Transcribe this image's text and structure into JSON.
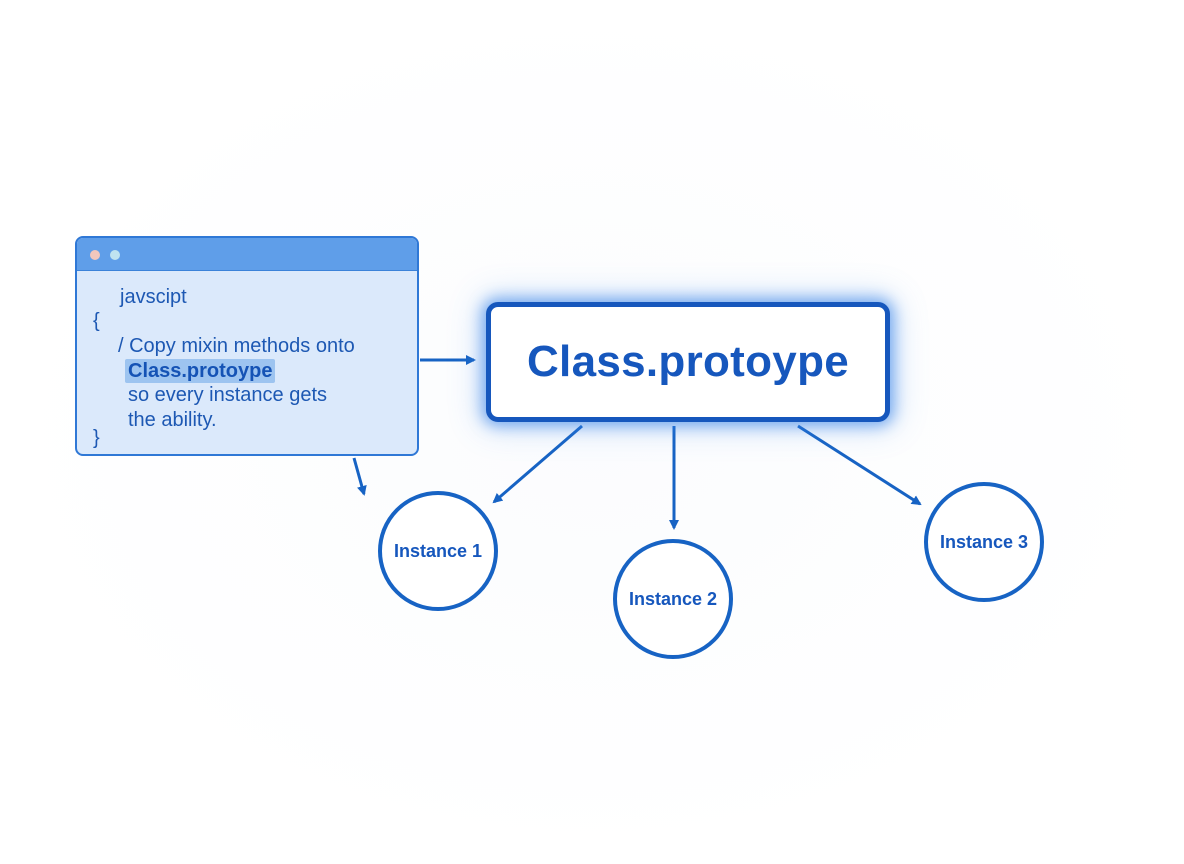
{
  "code_window": {
    "lines": [
      "javscipt",
      "{",
      "/ Copy mixin methods onto",
      "Class.protoype",
      "so every instance gets",
      "the ability.",
      "}"
    ]
  },
  "prototype_box": {
    "label": "Class.protoype"
  },
  "instances": [
    {
      "label": "Instance 1"
    },
    {
      "label": "Instance 2"
    },
    {
      "label": "Instance 3"
    }
  ],
  "colors": {
    "primary": "#1657bd",
    "code_bg": "#dbe9fb",
    "titlebar": "#5f9ee9",
    "highlight": "#9dc4f0"
  }
}
